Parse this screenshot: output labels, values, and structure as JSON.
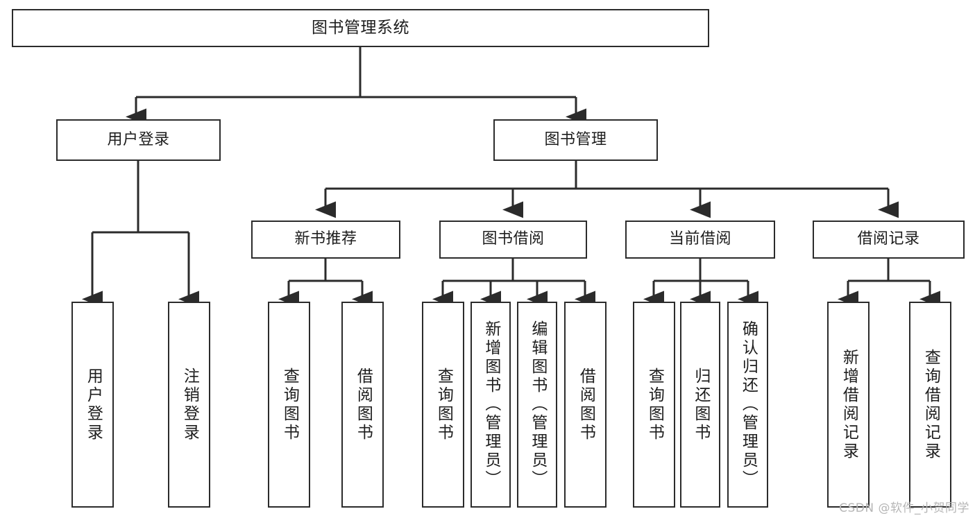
{
  "diagram": {
    "type": "tree",
    "title": "图书管理系统",
    "theme": {
      "background": "#ffffff",
      "box_stroke": "#2b2b2b",
      "box_fill": "#ffffff",
      "edge_stroke": "#2b2b2b",
      "text_color": "#1d1d1d",
      "watermark_color": "#b6b6b6"
    },
    "levels": {
      "root": [
        "图书管理系统"
      ],
      "level1": [
        "用户登录",
        "图书管理"
      ],
      "level2": [
        "新书推荐",
        "图书借阅",
        "当前借阅",
        "借阅记录"
      ],
      "leaves": [
        "用户登录",
        "注销登录",
        "查询图书",
        "借阅图书",
        "查询图书",
        "新增图书（管理员）",
        "编辑图书（管理员）",
        "借阅图书",
        "查询图书",
        "归还图书",
        "确认归还（管理员）",
        "新增借阅记录",
        "查询借阅记录"
      ]
    },
    "nodes": {
      "root": {
        "label": "图书管理系统"
      },
      "user_login": {
        "label": "用户登录"
      },
      "book_manage": {
        "label": "图书管理"
      },
      "new_book_rec": {
        "label": "新书推荐"
      },
      "book_borrow": {
        "label": "图书借阅"
      },
      "current_borrow": {
        "label": "当前借阅"
      },
      "borrow_record": {
        "label": "借阅记录"
      },
      "leaf_user_login": {
        "label": "用户登录"
      },
      "leaf_logout": {
        "label": "注销登录"
      },
      "leaf_query_book_a": {
        "label": "查询图书"
      },
      "leaf_borrow_book_a": {
        "label": "借阅图书"
      },
      "leaf_query_book_b": {
        "label": "查询图书"
      },
      "leaf_add_book": {
        "label": "新增图书（管理员）"
      },
      "leaf_edit_book": {
        "label": "编辑图书（管理员）"
      },
      "leaf_borrow_book_b": {
        "label": "借阅图书"
      },
      "leaf_query_book_c": {
        "label": "查询图书"
      },
      "leaf_return_book": {
        "label": "归还图书"
      },
      "leaf_confirm_return": {
        "label": "确认归还（管理员）"
      },
      "leaf_add_record": {
        "label": "新增借阅记录"
      },
      "leaf_query_record": {
        "label": "查询借阅记录"
      }
    },
    "watermark": "CSDN @软件_小贺同学"
  }
}
